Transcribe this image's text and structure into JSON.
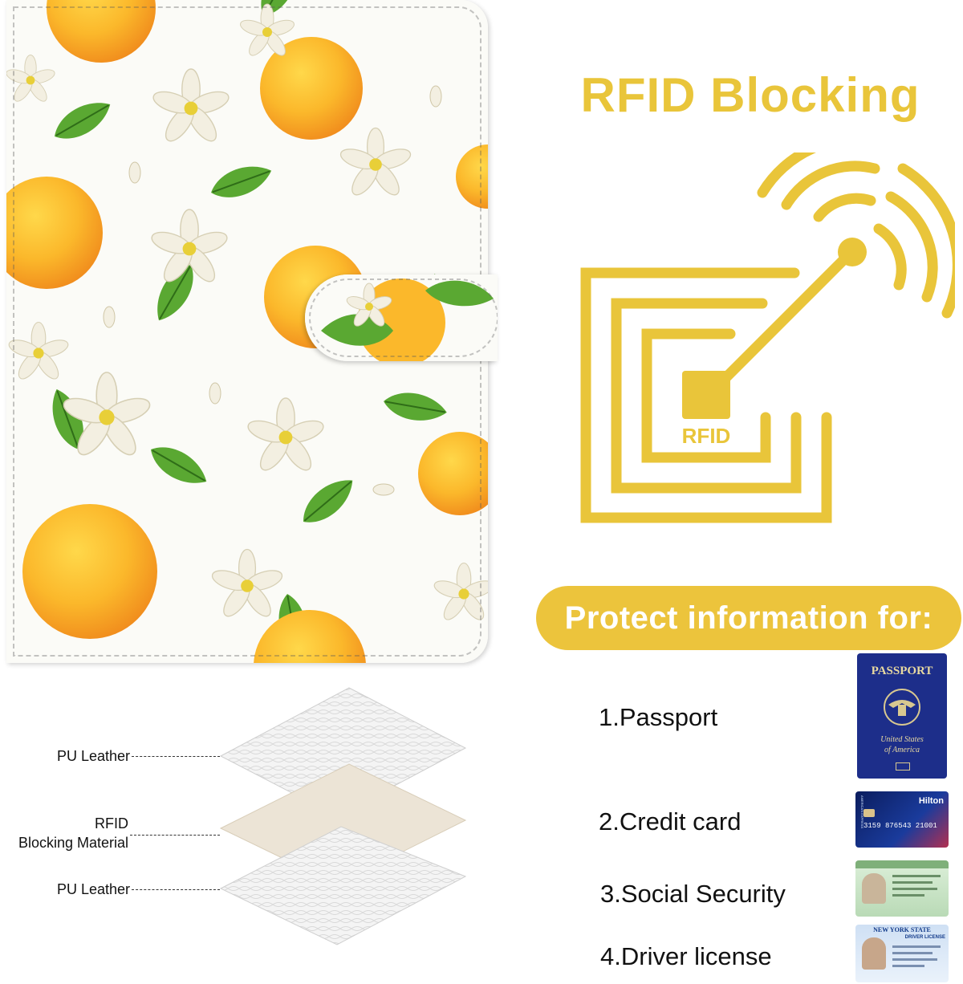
{
  "header": {
    "title": "RFID Blocking"
  },
  "rfid_icon": {
    "label": "RFID",
    "color": "#e9c53a"
  },
  "banner": {
    "text": "Protect information for:"
  },
  "layers": [
    {
      "label": "PU Leather"
    },
    {
      "label_line1": "RFID",
      "label_line2": "Blocking Material"
    },
    {
      "label": "PU Leather"
    }
  ],
  "protected_items": [
    {
      "label": "1.Passport"
    },
    {
      "label": "2.Credit card"
    },
    {
      "label": "3.Social Security"
    },
    {
      "label": "4.Driver license"
    }
  ],
  "documents": {
    "passport": {
      "title": "PASSPORT",
      "subtitle_line1": "United States",
      "subtitle_line2": "of America"
    },
    "credit_card": {
      "brand": "Hilton",
      "number": "3159 876543 21001",
      "issuer": "AMERICAN EXPRESS"
    },
    "license": {
      "state": "NEW YORK STATE",
      "type": "DRIVER LICENSE"
    }
  },
  "colors": {
    "accent": "#ecc43c",
    "orange": "#f5a623",
    "leaf": "#4f9a2a"
  }
}
